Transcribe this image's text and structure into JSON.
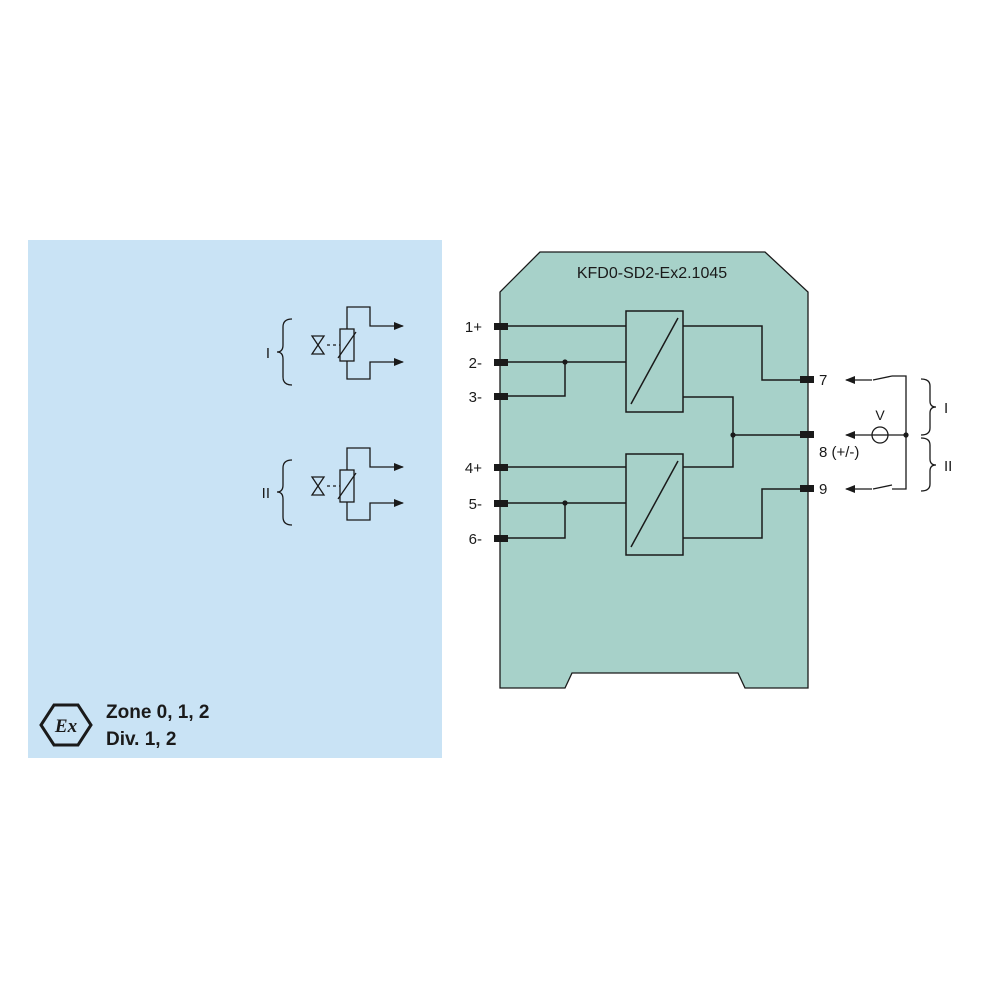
{
  "diagram": {
    "device_name": "KFD0-SD2-Ex2.1045",
    "input_terminals": [
      "1+",
      "2-",
      "3-",
      "4+",
      "5-",
      "6-"
    ],
    "output_terminals": [
      "7",
      "8 (+/-)",
      "9"
    ],
    "channels": [
      "I",
      "II"
    ],
    "voltage_label": "V",
    "certification": {
      "logo": "ex-hazardous-area-icon",
      "logo_text": "Ex",
      "zone_text": "Zone 0, 1, 2",
      "div_text": "Div. 1, 2"
    },
    "colors": {
      "hazard_area": "#c9e3f5",
      "module_body": "#a7d1c9",
      "line": "#1a1a1a"
    }
  }
}
